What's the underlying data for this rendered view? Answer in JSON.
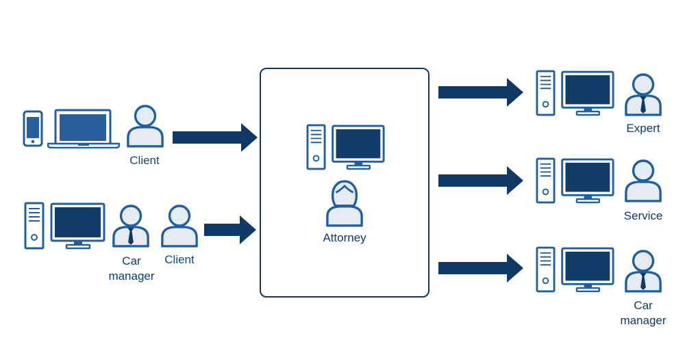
{
  "colors": {
    "navy": "#0e3966",
    "outline": "#1f5fa0",
    "fill": "#e6ebf1",
    "screen": "#123d6b",
    "screen_laptop": "#2a5f9e",
    "text": "#0f4a87"
  },
  "labels": {
    "client_top": "Client",
    "car_manager_left": "Car manager",
    "client_bottom": "Client",
    "attorney": "Attorney",
    "expert": "Expert",
    "service": "Service",
    "car_manager_right": "Car manager"
  }
}
